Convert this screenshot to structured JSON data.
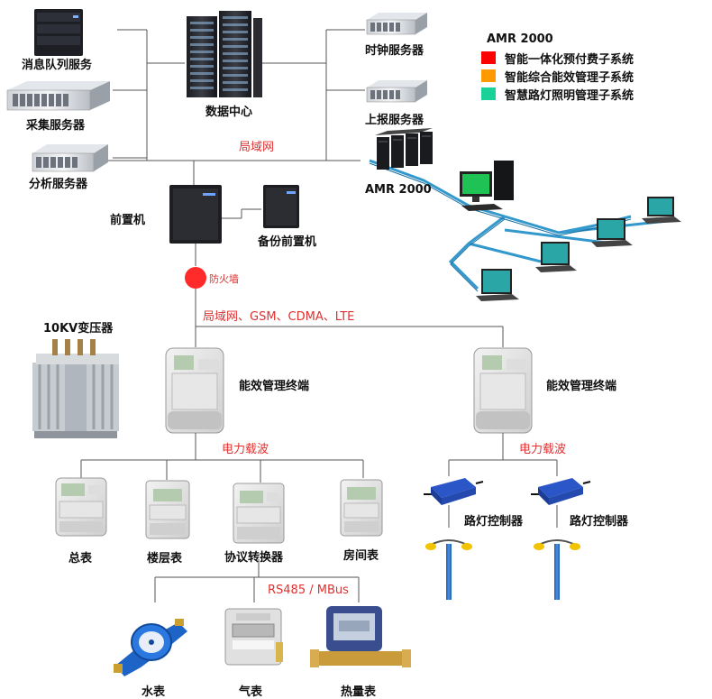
{
  "legend": {
    "title": "AMR 2000",
    "items": [
      {
        "label": "智能一体化预付费子系统",
        "color": "#ff0000"
      },
      {
        "label": "智能综合能效管理子系统",
        "color": "#ff9900"
      },
      {
        "label": "智慧路灯照明管理子系统",
        "color": "#1ad19a"
      }
    ]
  },
  "labels": {
    "message_queue": "消息队列服务",
    "collect_server": "采集服务器",
    "analysis_server": "分析服务器",
    "data_center": "数据中心",
    "clock_server": "时钟服务器",
    "report_server": "上报服务器",
    "lan_top": "局域网",
    "amr": "AMR 2000",
    "front_machine": "前置机",
    "backup_front": "备份前置机",
    "firewall": "防火墙",
    "network": "局域网、GSM、CDMA、LTE",
    "transformer": "10KV变压器",
    "terminal_left": "能效管理终端",
    "terminal_right": "能效管理终端",
    "plc_left": "电力载波",
    "plc_right": "电力载波",
    "total_meter": "总表",
    "floor_meter": "楼层表",
    "protocol_converter": "协议转换器",
    "room_meter": "房间表",
    "lamp_ctrl_1": "路灯控制器",
    "lamp_ctrl_2": "路灯控制器",
    "rs485": "RS485 / MBus",
    "water_meter": "水表",
    "gas_meter": "气表",
    "heat_meter": "热量表"
  }
}
